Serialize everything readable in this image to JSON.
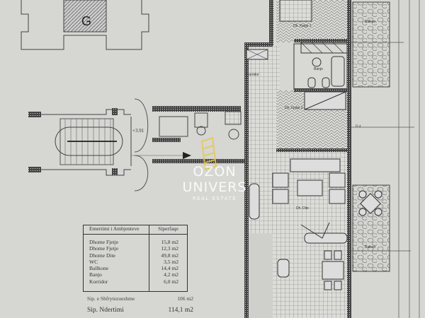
{
  "plan": {
    "block_label": "G",
    "level_mark": "+3.91",
    "axis_mark": "D 4",
    "rooms": {
      "bedroom1": "Dh. Fjetje 1",
      "bedroom2": "Dh. Fjetje 2",
      "bathroom": "Banjo",
      "corridor": "Korridor",
      "living": "Dh. Dite",
      "balcony_top": "Balkon",
      "balcony_bottom": "Balkon"
    }
  },
  "area_table": {
    "headers": [
      "Emertimi i Ambjenteve",
      "Siperfaqe"
    ],
    "rows": [
      {
        "name": "Dhome Fjetje",
        "area": "15,8 m2"
      },
      {
        "name": "Dhome Fjetje",
        "area": "12,3 m2"
      },
      {
        "name": "Dhome Dite",
        "area": "49,8 m2"
      },
      {
        "name": "WC",
        "area": "3,5 m2"
      },
      {
        "name": "Ballkone",
        "area": "14,4 m2"
      },
      {
        "name": "Banjo",
        "area": "4,2 m2"
      },
      {
        "name": "Korridor",
        "area": "6,0 m2"
      }
    ]
  },
  "summary": {
    "usable_label": "Sip. e Shfrytezueshme",
    "usable_value": "106 m2",
    "built_label": "Sip. Ndertimi",
    "built_value": "114,1 m2"
  },
  "watermark": {
    "line1": "OZON UNIVERS",
    "line2": "REAL ESTATE",
    "color": "#e8c84a"
  }
}
